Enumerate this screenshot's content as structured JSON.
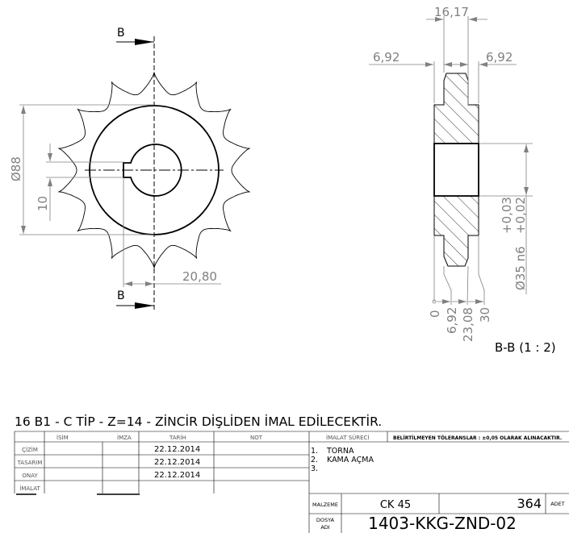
{
  "front_view": {
    "section_label_top": "B",
    "section_label_bottom": "B",
    "dim_outer_diameter": "Ø88",
    "dim_keyway_width": "10",
    "dim_keyway_depth": "20,80",
    "teeth": 14
  },
  "section_view": {
    "dim_top": "16,17",
    "dim_left": "6,92",
    "dim_right": "6,92",
    "dim_bore_tol_upper": "+0,03",
    "dim_bore_tol_lower": "+0,02",
    "dim_bore": "Ø35 n6",
    "ordinates": [
      "0",
      "6,92",
      "23,08",
      "30"
    ],
    "caption": "B-B  (1 : 2)"
  },
  "note": "16 B1 - C TİP - Z=14 - ZİNCİR DİŞLİDEN İMAL EDİLECEKTİR.",
  "title_block": {
    "headers": [
      "İSİM",
      "İMZA",
      "TARİH",
      "NOT"
    ],
    "rows": [
      {
        "role": "ÇİZİM",
        "date": "22.12.2014"
      },
      {
        "role": "TASARIM",
        "date": "22.12.2014"
      },
      {
        "role": "ONAY",
        "date": "22.12.2014"
      },
      {
        "role": "İMALAT",
        "date": ""
      }
    ],
    "process_header": "İMALAT SÜRECİ",
    "tolerance_note": "BELİRTİLMEYEN TÖLERANSLAR :  ±0,05 OLARAK ALINACAKTIR.",
    "process_steps": [
      {
        "num": "1.",
        "text": "TORNA"
      },
      {
        "num": "2.",
        "text": "KAMA AÇMA"
      },
      {
        "num": "3.",
        "text": ""
      }
    ],
    "material_label": "MALZEME",
    "material": "CK 45",
    "quantity": "364",
    "quantity_label": "ADET",
    "file_label_1": "DOSYA",
    "file_label_2": "ADI",
    "file_name": "1403-KKG-ZND-02"
  }
}
